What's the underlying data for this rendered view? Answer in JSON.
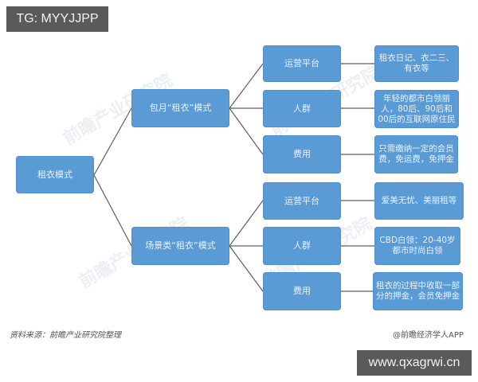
{
  "overlay": {
    "top_left_badge": "TG: MYYJJPP",
    "bottom_right_badge": "www.qxagrwi.cn"
  },
  "diagram": {
    "root": "租衣模式",
    "branches": [
      {
        "label": "包月“租衣”模式",
        "children": [
          {
            "label": "运营平台",
            "detail": "租衣日记、衣二三、有衣等"
          },
          {
            "label": "人群",
            "detail": "年轻的都市白领丽人，80后、90后和00后的互联网原住民"
          },
          {
            "label": "费用",
            "detail": "只需缴纳一定的会员费，免运费，免押金"
          }
        ]
      },
      {
        "label": "场景类“租衣”模式",
        "children": [
          {
            "label": "运营平台",
            "detail": "爱美无忧、美丽租等"
          },
          {
            "label": "人群",
            "detail": "CBD白领：20-40岁都市时尚白领"
          },
          {
            "label": "费用",
            "detail": "租衣的过程中收取一部分的押金，会员免押金"
          }
        ]
      }
    ],
    "node_color": "#5b9bd5",
    "line_color": "#5f5f5f"
  },
  "footer": {
    "source": "资料来源：前瞻产业研究院整理",
    "credit": "@前瞻经济学人APP"
  },
  "watermark": "前瞻产业研究院"
}
